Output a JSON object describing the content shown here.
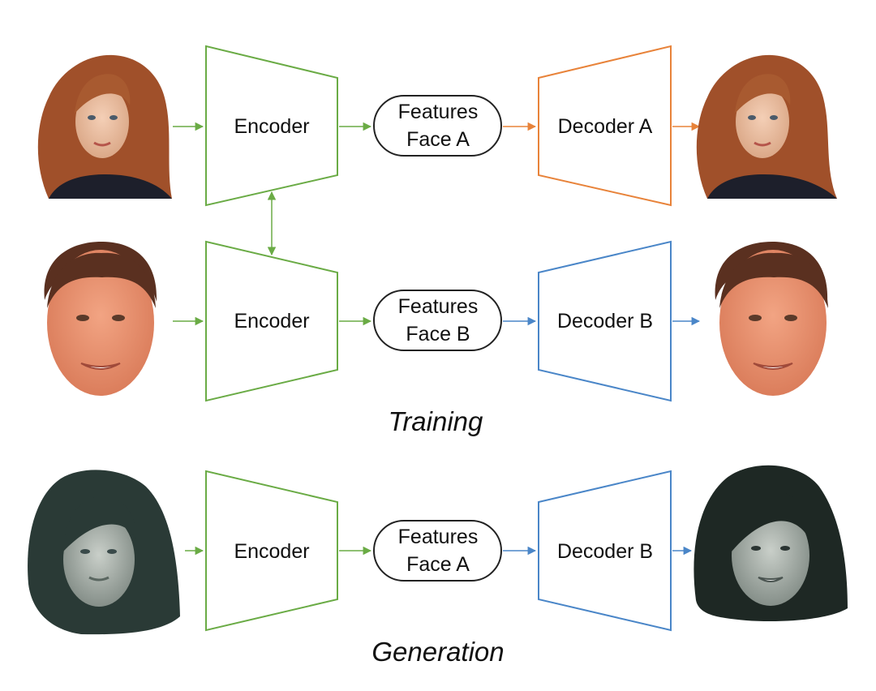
{
  "colors": {
    "encoder": "#6aab45",
    "decoder_a": "#e8833a",
    "decoder_b": "#4a86c8",
    "pill": "#222222",
    "text": "#111111"
  },
  "rows": [
    {
      "input_face": "amy-adams-portrait",
      "encoder_label": "Encoder",
      "features_line1": "Features",
      "features_line2": "Face A",
      "decoder_label": "Decoder A",
      "output_face": "amy-adams-portrait"
    },
    {
      "input_face": "nicolas-cage-face",
      "encoder_label": "Encoder",
      "features_line1": "Features",
      "features_line2": "Face B",
      "decoder_label": "Decoder B",
      "output_face": "nicolas-cage-face"
    },
    {
      "input_face": "amy-adams-grayscale-face",
      "encoder_label": "Encoder",
      "features_line1": "Features",
      "features_line2": "Face A",
      "decoder_label": "Decoder B",
      "output_face": "swapped-cage-face-grayscale"
    }
  ],
  "sections": {
    "training": "Training",
    "generation": "Generation"
  }
}
